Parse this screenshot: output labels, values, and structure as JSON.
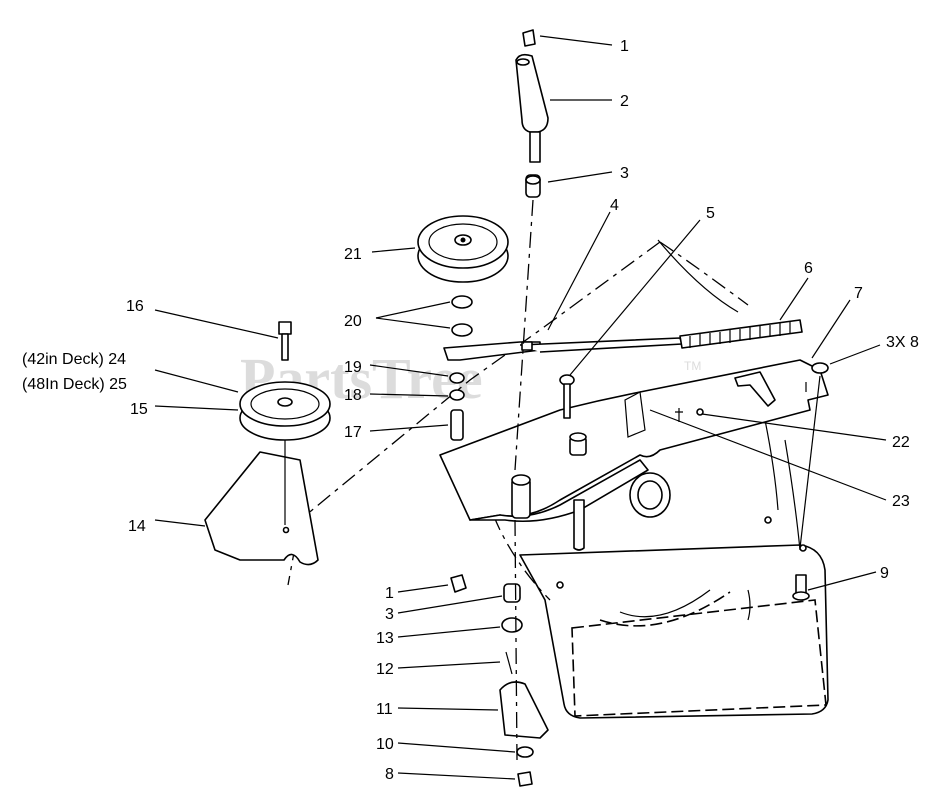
{
  "watermark": {
    "text": "PartsTree",
    "trademark": "TM"
  },
  "callouts": [
    {
      "id": "c1a",
      "label": "1"
    },
    {
      "id": "c2",
      "label": "2"
    },
    {
      "id": "c3a",
      "label": "3"
    },
    {
      "id": "c4",
      "label": "4"
    },
    {
      "id": "c5",
      "label": "5"
    },
    {
      "id": "c6",
      "label": "6"
    },
    {
      "id": "c7",
      "label": "7"
    },
    {
      "id": "c3x8",
      "label": "3X 8"
    },
    {
      "id": "c16",
      "label": "16"
    },
    {
      "id": "c21",
      "label": "21"
    },
    {
      "id": "c20",
      "label": "20"
    },
    {
      "id": "c24",
      "label": "(42in Deck) 24"
    },
    {
      "id": "c25",
      "label": "(48In Deck) 25"
    },
    {
      "id": "c15",
      "label": "15"
    },
    {
      "id": "c19",
      "label": "19"
    },
    {
      "id": "c18",
      "label": "18"
    },
    {
      "id": "c17",
      "label": "17"
    },
    {
      "id": "c22",
      "label": "22"
    },
    {
      "id": "c23",
      "label": "23"
    },
    {
      "id": "c14",
      "label": "14"
    },
    {
      "id": "c9",
      "label": "9"
    },
    {
      "id": "c1b",
      "label": "1"
    },
    {
      "id": "c3b",
      "label": "3"
    },
    {
      "id": "c13",
      "label": "13"
    },
    {
      "id": "c12",
      "label": "12"
    },
    {
      "id": "c11",
      "label": "11"
    },
    {
      "id": "c10",
      "label": "10"
    },
    {
      "id": "c8",
      "label": "8"
    }
  ]
}
